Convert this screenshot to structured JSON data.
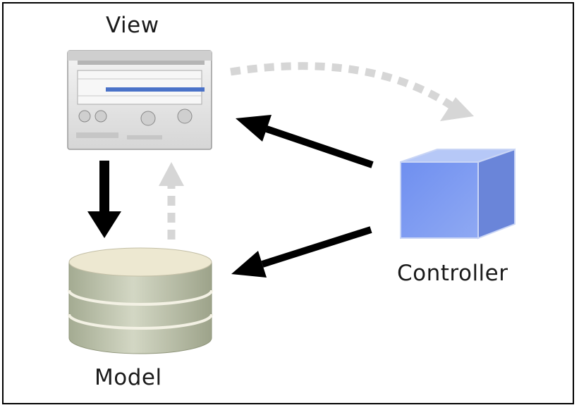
{
  "labels": {
    "view": "View",
    "controller": "Controller",
    "model": "Model"
  },
  "colors": {
    "solid_arrow": "#000000",
    "dashed_arrow": "#d6d6d6",
    "cube_face": "#7f9bea",
    "cube_top": "#a9bff5",
    "cylinder": "#b9c0a6",
    "cylinder_top": "#ece7cf",
    "window_body": "#e6e6e6"
  },
  "icons": {
    "view": "app-window-icon",
    "controller": "cube-icon",
    "model": "database-cylinder-icon"
  }
}
